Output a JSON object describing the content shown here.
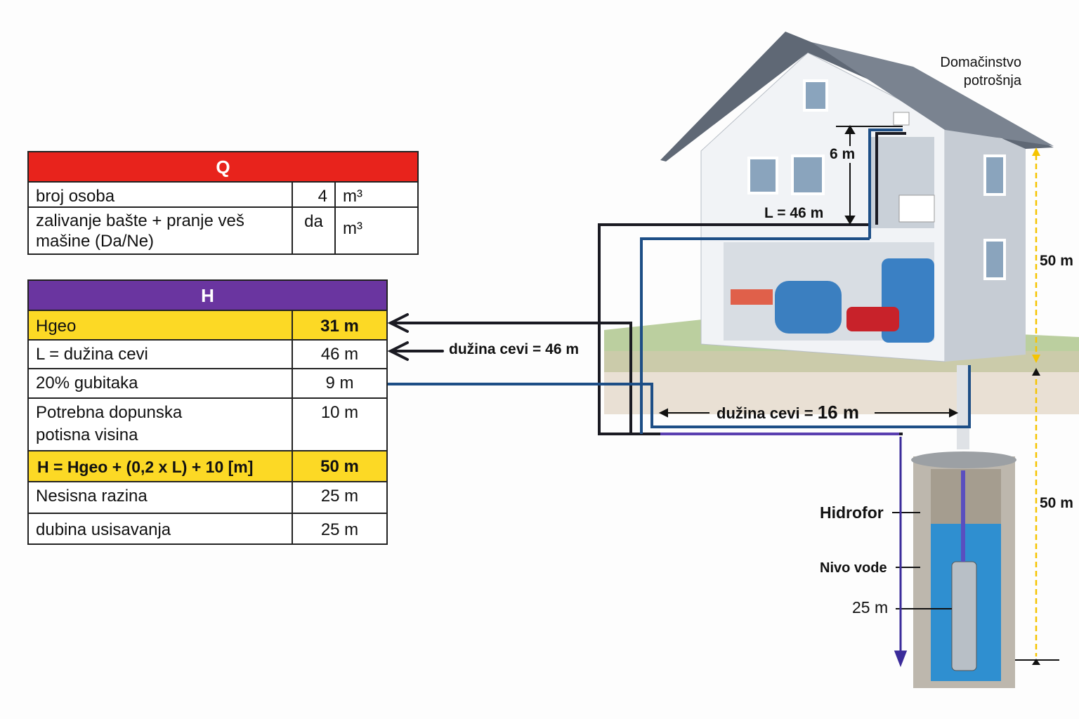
{
  "q_table": {
    "title": "Q",
    "rows": [
      {
        "label": "broj osoba",
        "value": "4",
        "unit": "m³"
      },
      {
        "label": "zalivanje bašte + pranje veš mašine (Da/Ne)",
        "value": "da",
        "unit": "m³"
      }
    ]
  },
  "h_table": {
    "title": "H",
    "rows": [
      {
        "label": "Hgeo",
        "value": "31 m"
      },
      {
        "label": "L = dužina cevi",
        "value": "46 m"
      },
      {
        "label": "20% gubitaka",
        "value": "9 m"
      },
      {
        "label": "Potrebna dopunska potisna visina",
        "value": "10 m"
      },
      {
        "label": "H = Hgeo + (0,2 x L) + 10 [m]",
        "value": "50 m"
      },
      {
        "label": "Nesisna razina",
        "value": "25 m"
      },
      {
        "label": "dubina usisavanja",
        "value": "25 m"
      }
    ]
  },
  "labels": {
    "household": "Domačinstvo potrošnja",
    "six_m": "6 m",
    "l46": "L = 46 m",
    "pipe_len_46": "dužina cevi = 46 m",
    "pipe_len_16_prefix": "dužina cevi =",
    "pipe_len_16_value": "16 m",
    "height_top": "50 m",
    "height_bottom": "50 m",
    "hidrofor": "Hidrofor",
    "water_level": "Nivo vode",
    "depth": "25 m"
  },
  "colors": {
    "q_header": "#e8231c",
    "h_header": "#6a35a0",
    "highlight": "#fcd925",
    "pipe_blue": "#1d4e86",
    "pipe_black": "#1a1a22",
    "dim_yellow": "#f5c400"
  }
}
